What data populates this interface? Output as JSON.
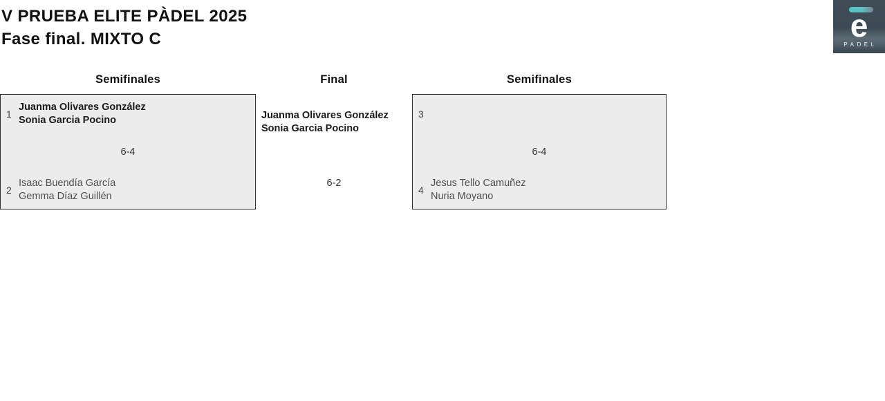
{
  "page": {
    "title_line1": "V PRUEBA ELITE PÀDEL 2025",
    "title_line2": "Fase final. MIXTO C"
  },
  "logo": {
    "brand_letter": "e",
    "brand_word": "PADEL"
  },
  "colors": {
    "logo_background": "#3e4a55",
    "logo_accent_teal": "#55c6c8",
    "box_fill": "#ececec",
    "box_border": "#2e2e2e",
    "winner_text": "#1a1a1a",
    "loser_text": "#4e4e4e"
  },
  "bracket": {
    "left_semifinal": {
      "round_label": "Semifinales",
      "top": {
        "seed": "1",
        "players": [
          "Juanma Olivares González",
          "Sonia Garcia Pocino"
        ]
      },
      "score": "6-4",
      "bottom": {
        "seed": "2",
        "players": [
          "Isaac Buendía García",
          "Gemma Díaz Guillén"
        ]
      }
    },
    "final": {
      "round_label": "Final",
      "players": [
        "Juanma Olivares González",
        "Sonia Garcia Pocino"
      ],
      "score": "6-2"
    },
    "right_semifinal": {
      "round_label": "Semifinales",
      "top": {
        "seed": "3",
        "players": [
          "",
          ""
        ]
      },
      "score": "6-4",
      "bottom": {
        "seed": "4",
        "players": [
          "Jesus Tello Camuñez",
          "Nuria Moyano"
        ]
      }
    }
  }
}
